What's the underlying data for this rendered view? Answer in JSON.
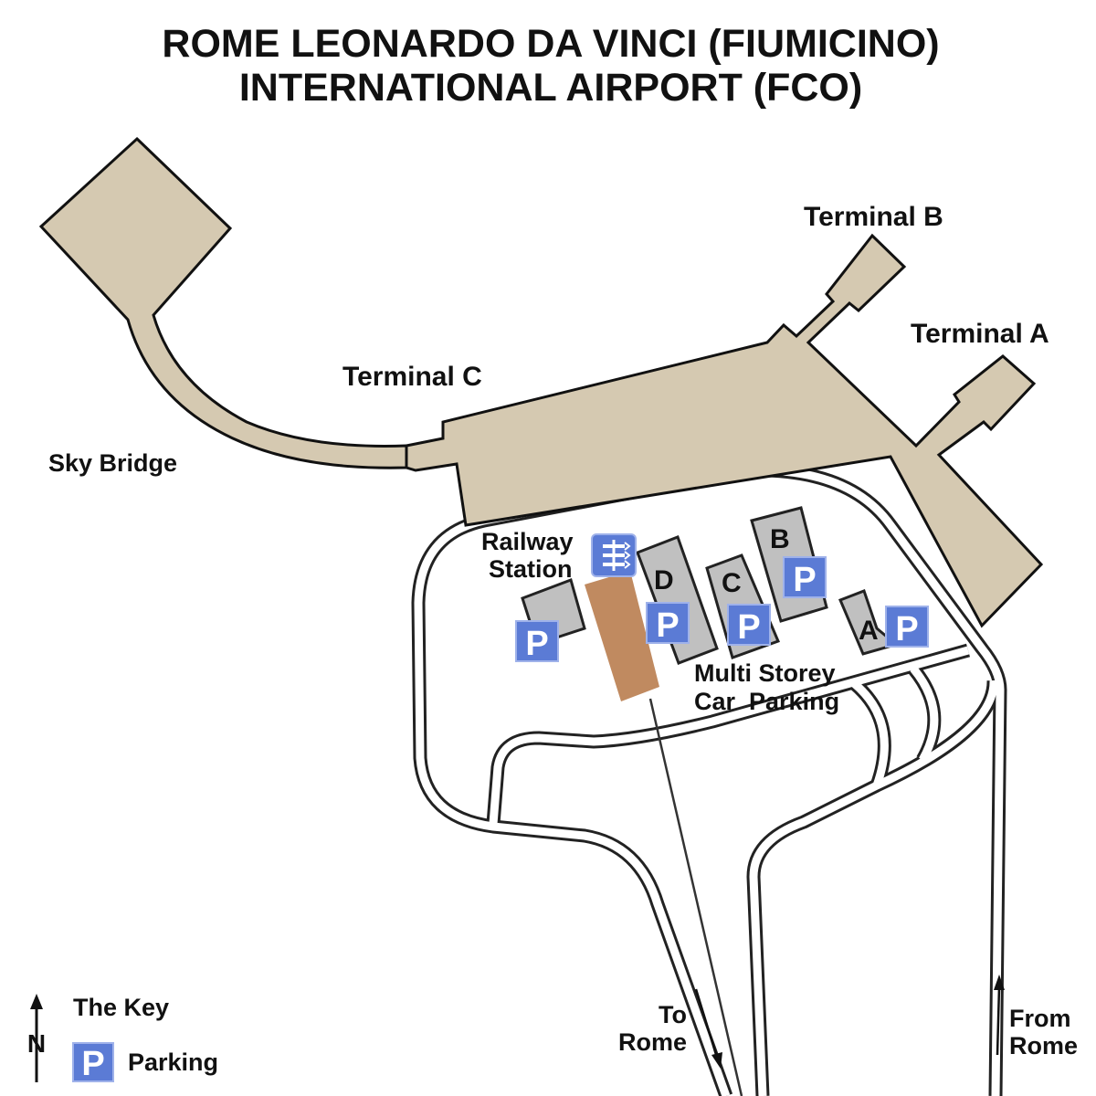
{
  "title": {
    "line1": "ROME LEONARDO DA VINCI (FIUMICINO)",
    "line2": "INTERNATIONAL AIRPORT (FCO)"
  },
  "labels": {
    "terminal_a": "Terminal A",
    "terminal_b": "Terminal B",
    "terminal_c": "Terminal C",
    "sky_bridge": "Sky Bridge",
    "railway_line1": "Railway",
    "railway_line2": "Station",
    "car_park_line1": "Multi Storey",
    "car_park_line2": "Car  Parking",
    "lot_a": "A",
    "lot_b": "B",
    "lot_c": "C",
    "lot_d": "D",
    "to_rome_line1": "To",
    "to_rome_line2": "Rome",
    "from_rome_line1": "From",
    "from_rome_line2": "Rome"
  },
  "key": {
    "title": "The Key",
    "parking_label": "Parking",
    "parking_symbol": "P",
    "north": "N"
  },
  "colors": {
    "terminal": "#d5c9b1",
    "parking_building": "#c0c0c0",
    "parking_icon": "#5b7bd5",
    "railway_platform": "#c08a60"
  }
}
